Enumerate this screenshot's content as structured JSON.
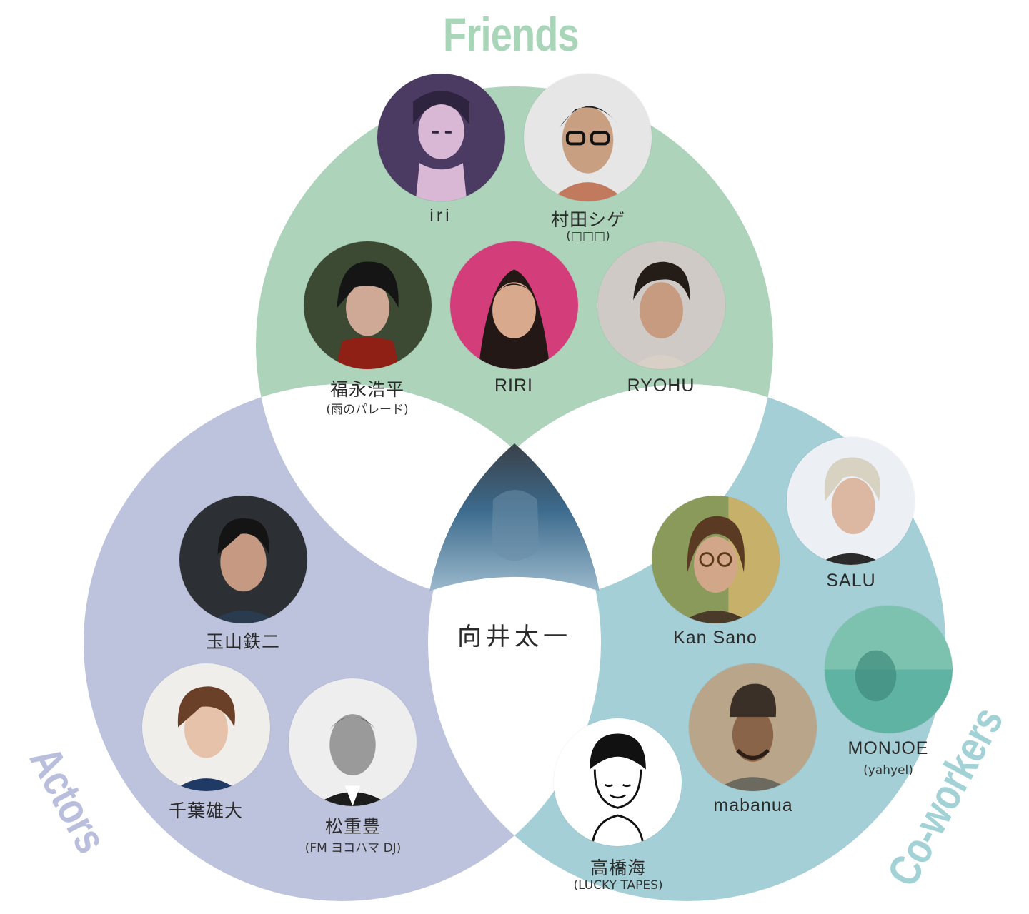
{
  "colors": {
    "friends": "#aed3bb",
    "actors": "#bec3dd",
    "coworkers": "#a5cfd6",
    "friends_title": "#a9d5b8",
    "actors_title": "#b9bedc",
    "coworkers_title": "#a3d2d6"
  },
  "groups": {
    "friends": "Friends",
    "actors": "Actors",
    "coworkers": "Co-workers"
  },
  "center": {
    "name": "向井太一"
  },
  "people": {
    "iri": {
      "name": "iri"
    },
    "murata": {
      "name": "村田シゲ",
      "sub": "(□□□)"
    },
    "fukunaga": {
      "name": "福永浩平",
      "sub": "(雨のパレード)"
    },
    "riri": {
      "name": "RIRI"
    },
    "ryohu": {
      "name": "RYOHU"
    },
    "tamayama": {
      "name": "玉山鉄二"
    },
    "chiba": {
      "name": "千葉雄大"
    },
    "matsushige": {
      "name": "松重豊",
      "sub": "(FM ヨコハマ DJ)"
    },
    "salu": {
      "name": "SALU"
    },
    "kansano": {
      "name": "Kan Sano"
    },
    "monjoe": {
      "name": "MONJOE",
      "sub": "(yahyel)"
    },
    "mabanua": {
      "name": "mabanua"
    },
    "takahashi": {
      "name": "高橋海",
      "sub": "(LUCKY TAPES)"
    }
  }
}
